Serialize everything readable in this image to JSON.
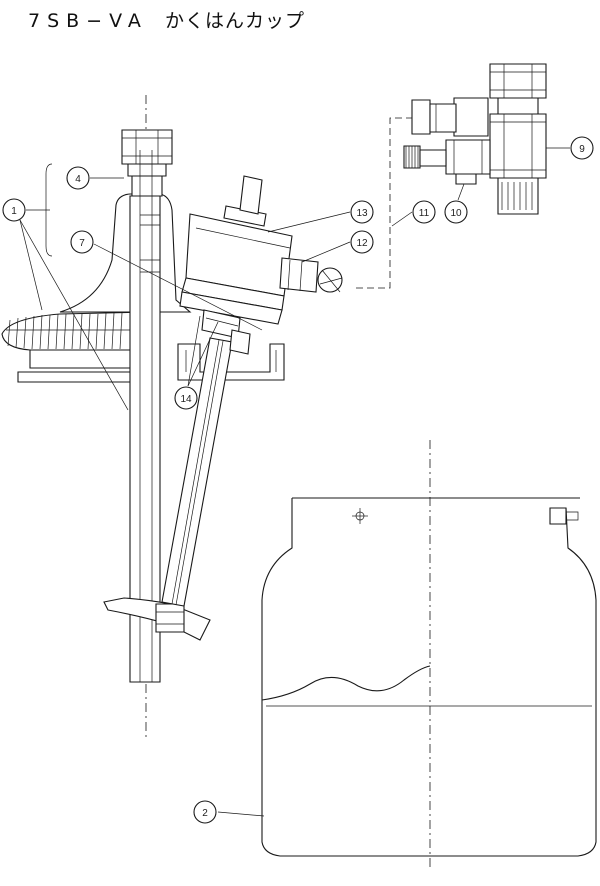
{
  "title": {
    "code": "7SB−VA",
    "name": "かくはんカップ"
  },
  "callouts": [
    {
      "id": "c1",
      "label": "1"
    },
    {
      "id": "c2",
      "label": "2"
    },
    {
      "id": "c4",
      "label": "4"
    },
    {
      "id": "c7",
      "label": "7"
    },
    {
      "id": "c9",
      "label": "9"
    },
    {
      "id": "c10",
      "label": "10"
    },
    {
      "id": "c11",
      "label": "11"
    },
    {
      "id": "c12",
      "label": "12"
    },
    {
      "id": "c13",
      "label": "13"
    },
    {
      "id": "c14",
      "label": "14"
    }
  ]
}
